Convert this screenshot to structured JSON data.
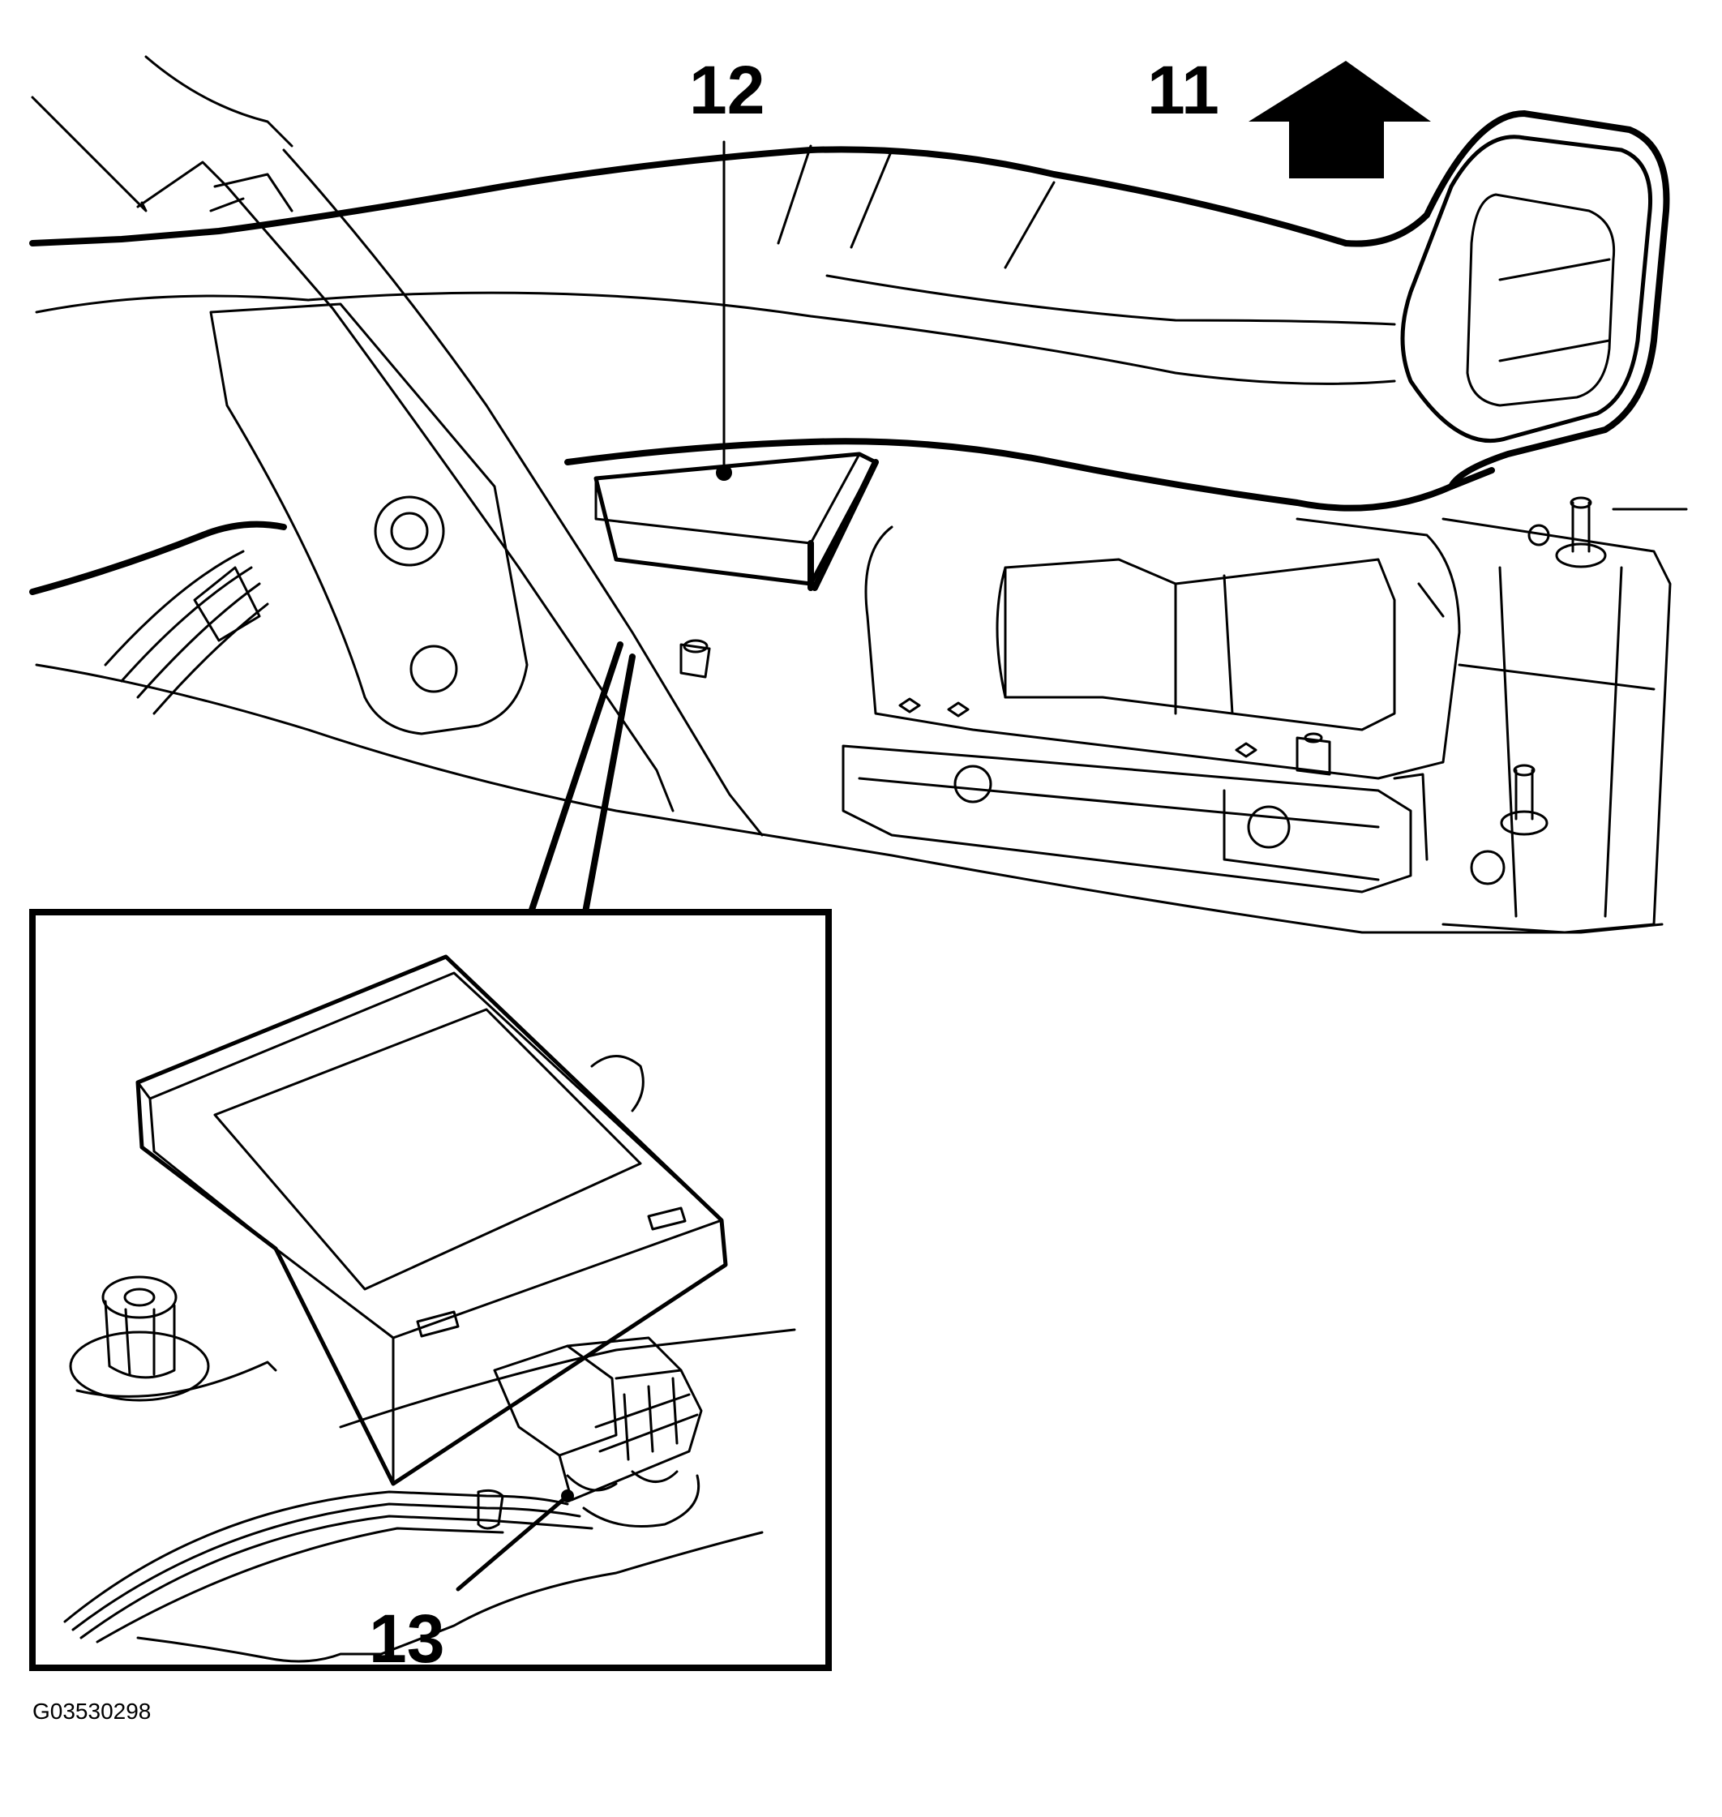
{
  "callouts": {
    "c11": "11",
    "c12": "12",
    "c13": "13"
  },
  "figure_code": "G03530298",
  "icons": {
    "direction_arrow": "up-arrow-icon"
  },
  "colors": {
    "line": "#000000",
    "background": "#ffffff"
  }
}
